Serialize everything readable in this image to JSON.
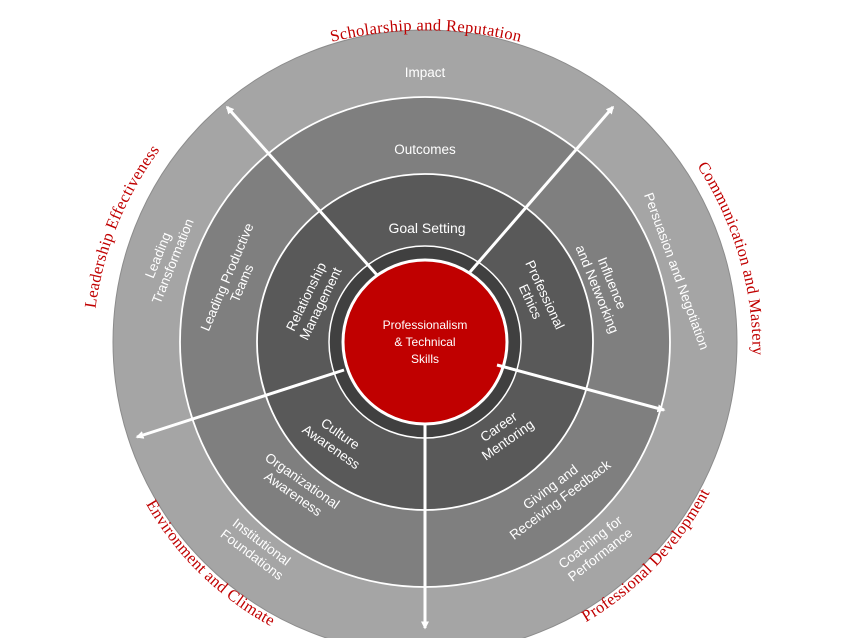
{
  "center": {
    "lines": [
      "Professionalism",
      "& Technical",
      "Skills"
    ],
    "color": "#c00000"
  },
  "ring1": {
    "goal_setting": [
      "Goal Setting"
    ],
    "professional_ethics": [
      "Professional",
      "Ethics"
    ],
    "career_mentoring": [
      "Career",
      "Mentoring"
    ],
    "culture_awareness": [
      "Culture",
      "Awareness"
    ],
    "relationship_management": [
      "Relationship",
      "Management"
    ]
  },
  "ring2": {
    "outcomes": [
      "Outcomes"
    ],
    "influence_networking": [
      "Influence",
      "and Networking"
    ],
    "giving_receiving_feedback": [
      "Giving and",
      "Receiving Feedback"
    ],
    "organizational_awareness": [
      "Organizational",
      "Awareness"
    ],
    "leading_productive_teams": [
      "Leading Productive",
      "Teams"
    ]
  },
  "ring3": {
    "impact": [
      "Impact"
    ],
    "persuasion_negotiation": [
      "Persuasion and Negotiation"
    ],
    "coaching_performance": [
      "Coaching for",
      "Performance"
    ],
    "institutional_foundations": [
      "Institutional",
      "Foundations"
    ],
    "leading_transformation": [
      "Leading",
      "Transformation"
    ]
  },
  "outer": {
    "scholarship": "Scholarship and Reputation",
    "communication": "Communication and Mastery",
    "professional_development": "Professional  Development",
    "environment": "Environment  and Climate",
    "leadership": "Leadership Effectiveness"
  },
  "colors": {
    "ring_outer": "#a5a5a5",
    "ring_middle": "#7f7f7f",
    "ring_inner": "#595959",
    "core_ring": "#404040",
    "accent": "#c00000",
    "arrow": "#ffffff"
  }
}
